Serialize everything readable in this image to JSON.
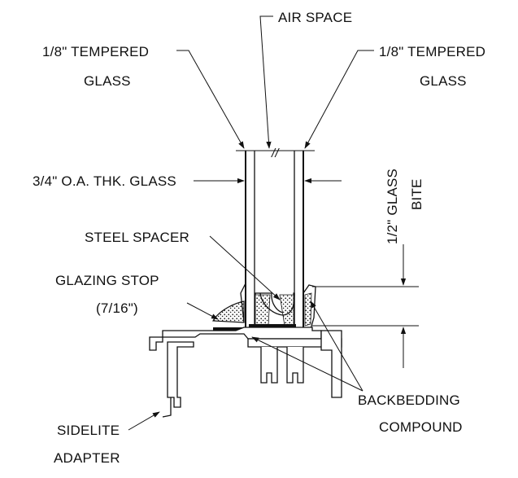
{
  "labels": {
    "air_space": "AIR SPACE",
    "tempered_left_1": "1/8\" TEMPERED",
    "tempered_left_2": "GLASS",
    "tempered_right_1": "1/8\" TEMPERED",
    "tempered_right_2": "GLASS",
    "oa_thickness": "3/4\" O.A. THK. GLASS",
    "glass_bite_1": "1/2\" GLASS",
    "glass_bite_2": "BITE",
    "steel_spacer": "STEEL SPACER",
    "glazing_stop_1": "GLAZING STOP",
    "glazing_stop_2": "(7/16\")",
    "backbedding_1": "BACKBEDDING",
    "backbedding_2": "COMPOUND",
    "sidelite_1": "SIDELITE",
    "sidelite_2": "ADAPTER",
    "break_mark": "//"
  },
  "colors": {
    "line": "#111111",
    "background": "#ffffff"
  }
}
